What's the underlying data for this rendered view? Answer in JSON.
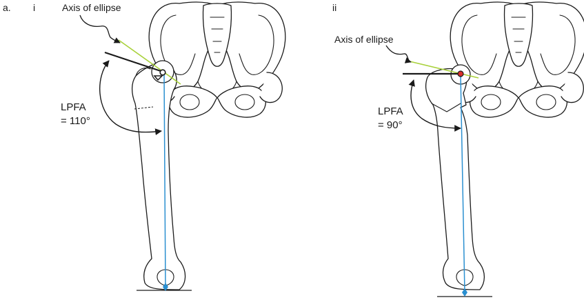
{
  "figure": {
    "panel_label": "a.",
    "left": {
      "label": "i",
      "axis_label": "Axis of ellipse",
      "angle_name": "LPFA",
      "angle_value": "= 110°"
    },
    "right": {
      "label": "ii",
      "axis_label": "Axis of ellipse",
      "angle_name": "LPFA",
      "angle_value": "= 90°"
    }
  },
  "colors": {
    "outline": "#1a1a1a",
    "mechanical_axis": "#2a8fd0",
    "ellipse_axis": "#a8d13a",
    "center_marker_right": "#d9302c"
  }
}
